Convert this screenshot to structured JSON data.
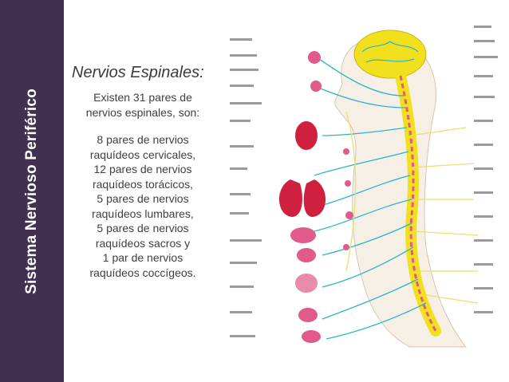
{
  "sidebar": {
    "title": "Sistema Nervioso Periférico"
  },
  "content": {
    "heading": "Nervios Espinales:",
    "intro_lines": [
      "Existen 31 pares de",
      "nervios espinales, son:"
    ],
    "body_lines": [
      "8 pares de nervios",
      "raquídeos cervicales,",
      "12 pares de nervios",
      "raquídeos torácicos,",
      "5 pares de nervios",
      "raquídeos lumbares,",
      "5 pares de nervios",
      "raquídeos sacros y",
      "1 par de nervios",
      "raquídeos coccígeos."
    ]
  },
  "figure": {
    "colors": {
      "spine": "#f2e01e",
      "nerves": "#2bb4c8",
      "organs": "#d02040",
      "ganglia": "#e05a8a",
      "yellow_nerves": "#e8e070"
    }
  }
}
